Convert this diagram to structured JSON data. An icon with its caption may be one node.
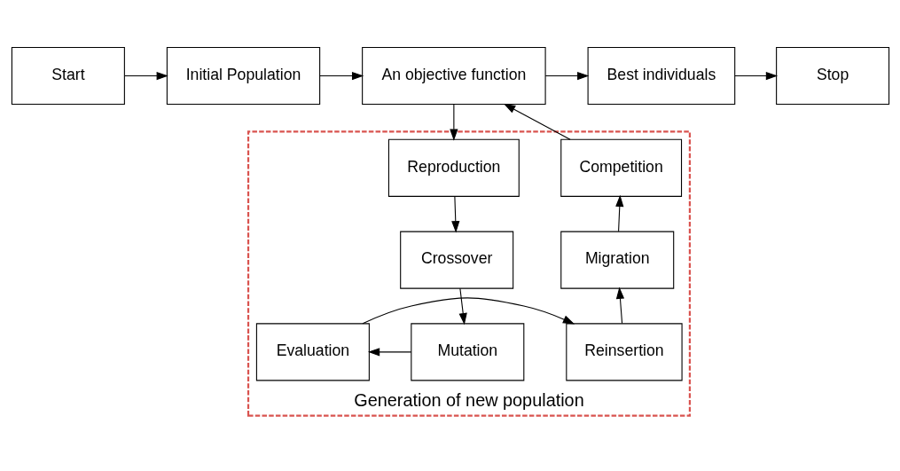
{
  "diagram": {
    "nodes": [
      {
        "text": [
          "Start"
        ]
      },
      {
        "text": [
          "Initial Population"
        ]
      },
      {
        "text": [
          "An objective function"
        ]
      },
      {
        "text": [
          "Best individuals"
        ]
      },
      {
        "text": [
          "Stop"
        ]
      },
      {
        "text": [
          "Generation of new population"
        ]
      },
      {
        "text": [
          "Competition"
        ],
        "in": 5
      },
      {
        "text": [
          "Reproduction"
        ],
        "in": 5
      },
      {
        "text": [
          "Migration"
        ],
        "in": 5
      },
      {
        "text": [
          "Crossover"
        ],
        "in": 5
      },
      {
        "text": [
          "Reinsertion"
        ],
        "in": 5
      },
      {
        "text": [
          "Evaluation"
        ],
        "in": 5
      },
      {
        "text": [
          "Mutation"
        ],
        "in": 5
      }
    ],
    "edges": [
      {
        "from": 0,
        "to": 1,
        "arrow": "to"
      },
      {
        "from": 1,
        "to": 2,
        "arrow": "to"
      },
      {
        "from": 2,
        "to": 3,
        "arrow": "to"
      },
      {
        "from": 3,
        "to": 4,
        "arrow": "to"
      },
      {
        "from": 2,
        "to": 7,
        "arrow": "to"
      },
      {
        "from": 7,
        "to": 9,
        "arrow": "to"
      },
      {
        "from": 9,
        "to": 12,
        "arrow": "to"
      },
      {
        "from": 12,
        "to": 11,
        "arrow": "to"
      },
      {
        "from": 11,
        "to": 10,
        "arrow": "to"
      },
      {
        "from": 10,
        "to": 8,
        "arrow": "to"
      },
      {
        "from": 8,
        "to": 6,
        "arrow": "to"
      },
      {
        "from": 6,
        "to": 2,
        "arrow": "to"
      }
    ]
  }
}
